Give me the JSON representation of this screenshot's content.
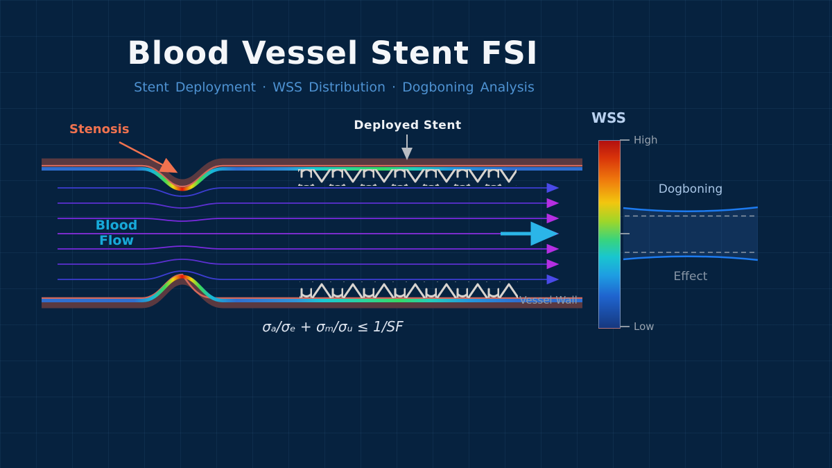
{
  "header": {
    "title": "Blood Vessel Stent FSI",
    "subtitle": "Stent Deployment · WSS Distribution · Dogboning Analysis"
  },
  "diagram": {
    "stenosis_label": "Stenosis",
    "deployed_stent_label": "Deployed Stent",
    "blood_flow_label_line1": "Blood",
    "blood_flow_label_line2": "Flow",
    "vessel_wall_label": "Vessel Wall",
    "formula": "σₐ/σₑ + σₘ/σᵤ ≤ 1/SF"
  },
  "wss_panel": {
    "title": "WSS",
    "high_label": "High",
    "low_label": "Low",
    "dogboning_label": "Dogboning",
    "effect_label": "Effect"
  },
  "colors": {
    "background": "#06223f",
    "title_text": "#f4f6f9",
    "subtitle_text": "#4e92d2",
    "stenosis_accent": "#f0724f",
    "blood_flow_accent": "#17a9d9",
    "vessel_wall_band": "#5a3940",
    "vessel_inner_line": "#d4685a",
    "stent_strut": "#d8d4cf",
    "flow_arrow": "#2bb5e8",
    "dogboning_outline": "#1d7bf0",
    "wss_high": "#b21010",
    "wss_low": "#16387f",
    "tick_text": "#97a2ae"
  }
}
